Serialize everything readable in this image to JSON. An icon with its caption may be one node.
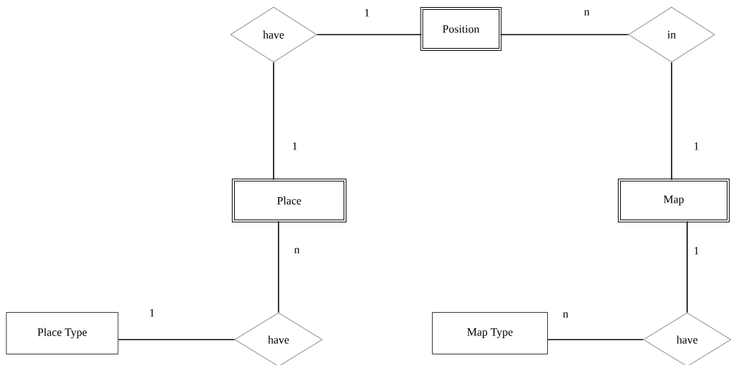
{
  "diagram": {
    "nodes": [
      {
        "text": [
          "have"
        ]
      },
      {
        "text": [
          "Position"
        ]
      },
      {
        "text": [
          "in"
        ]
      },
      {
        "text": [
          "Place"
        ]
      },
      {
        "text": [
          "Map"
        ]
      },
      {
        "text": [
          "Place Type"
        ]
      },
      {
        "text": [
          "have"
        ]
      },
      {
        "text": [
          "Map Type"
        ]
      },
      {
        "text": [
          "have"
        ]
      }
    ],
    "edges": [
      {
        "from": 0,
        "to": 1,
        "arrow": "none",
        "label": "1"
      },
      {
        "from": 1,
        "to": 2,
        "arrow": "none",
        "label": "n"
      },
      {
        "from": 0,
        "to": 3,
        "arrow": "none",
        "label": "1"
      },
      {
        "from": 2,
        "to": 4,
        "arrow": "none",
        "label": "1"
      },
      {
        "from": 3,
        "to": 6,
        "arrow": "none",
        "label": "n"
      },
      {
        "from": 4,
        "to": 8,
        "arrow": "none",
        "label": "1"
      },
      {
        "from": 5,
        "to": 6,
        "arrow": "none",
        "label": "1"
      },
      {
        "from": 7,
        "to": 8,
        "arrow": "none",
        "label": "n"
      }
    ]
  }
}
